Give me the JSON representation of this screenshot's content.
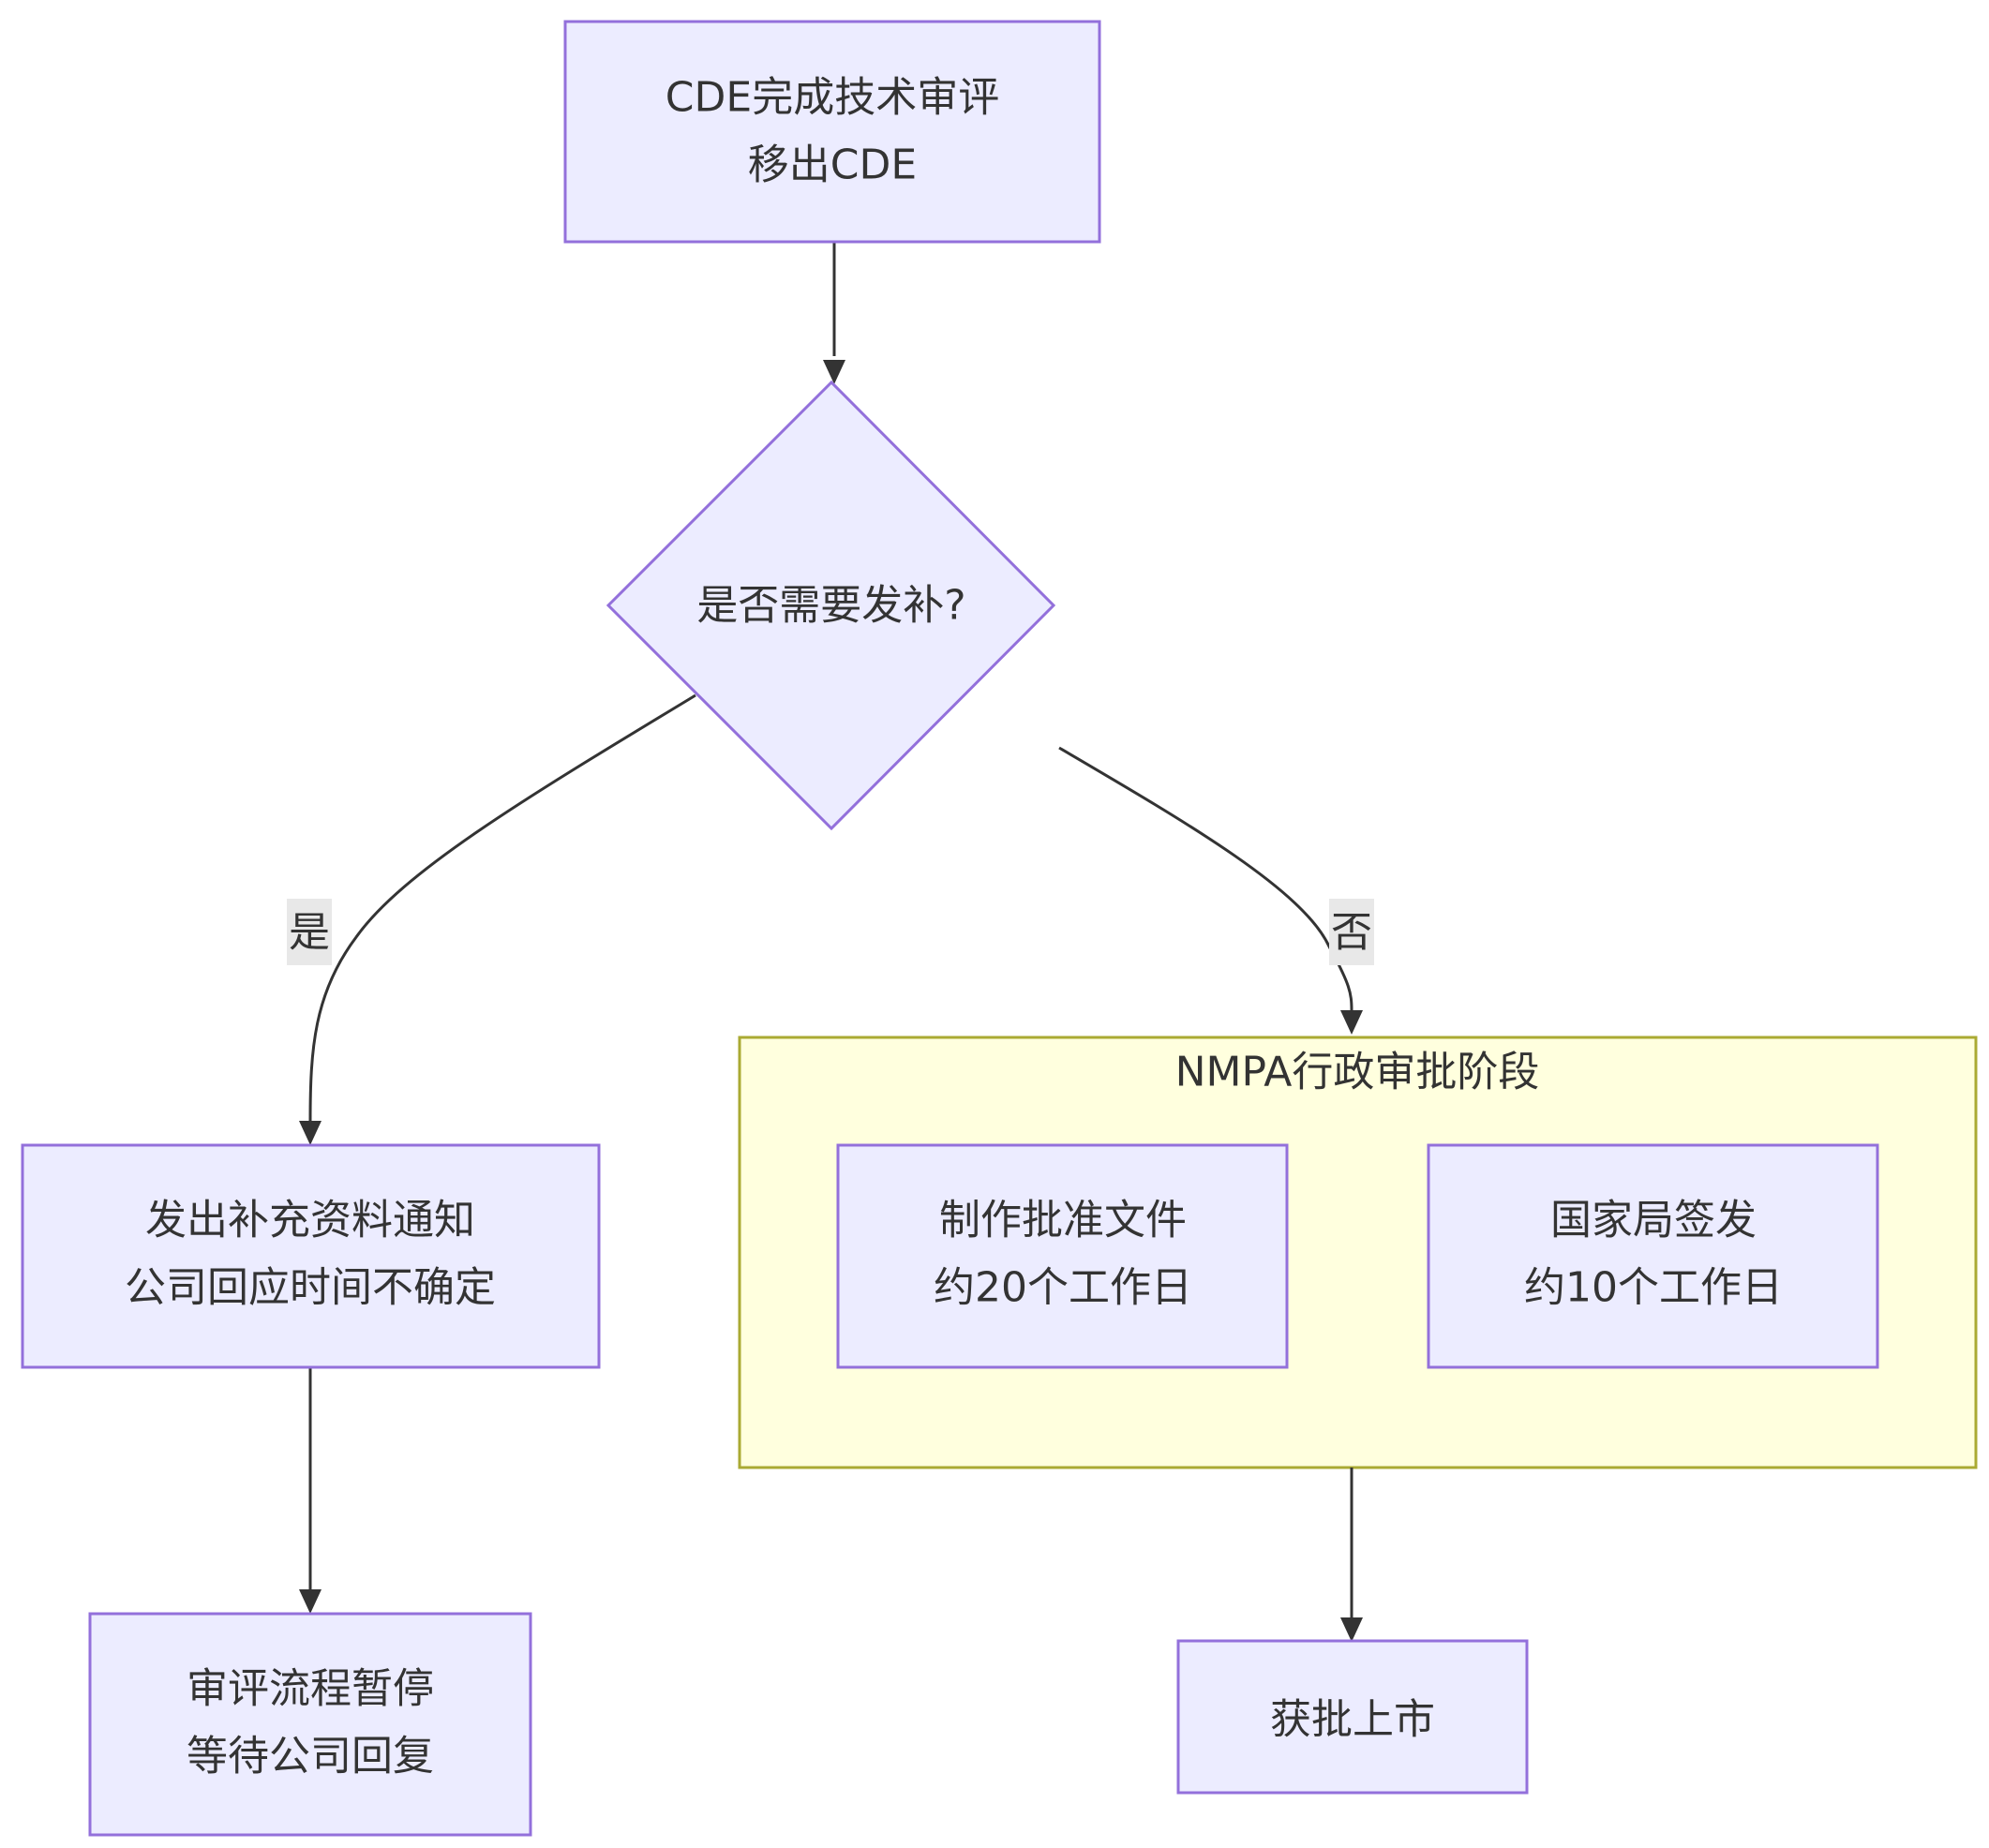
{
  "diagram": {
    "type": "flowchart",
    "colors": {
      "node_fill": "#ECECFF",
      "node_stroke": "#9370DB",
      "cluster_fill": "#FFFFDE",
      "cluster_stroke": "#AAAA33",
      "edge": "#333333",
      "edge_label_bg": "#E8E8E8",
      "text": "#333333"
    },
    "nodes": {
      "cde_review": {
        "lines": [
          "CDE完成技术审评",
          "移出CDE"
        ]
      },
      "decision": {
        "lines": [
          "是否需要发补?"
        ]
      },
      "supplement_notice": {
        "lines": [
          "发出补充资料通知",
          "公司回应时间不确定"
        ]
      },
      "review_paused": {
        "lines": [
          "审评流程暂停",
          "等待公司回复"
        ]
      },
      "make_docs": {
        "lines": [
          "制作批准文件",
          "约20个工作日"
        ]
      },
      "nmpa_sign": {
        "lines": [
          "国家局签发",
          "约10个工作日"
        ]
      },
      "approved": {
        "lines": [
          "获批上市"
        ]
      }
    },
    "cluster": {
      "title": "NMPA行政审批阶段"
    },
    "edges": [
      {
        "from": "cde_review",
        "to": "decision",
        "label": ""
      },
      {
        "from": "decision",
        "to": "supplement_notice",
        "label": "是"
      },
      {
        "from": "decision",
        "to": "nmpa_cluster",
        "label": "否"
      },
      {
        "from": "supplement_notice",
        "to": "review_paused",
        "label": ""
      },
      {
        "from": "nmpa_cluster",
        "to": "approved",
        "label": ""
      }
    ]
  }
}
